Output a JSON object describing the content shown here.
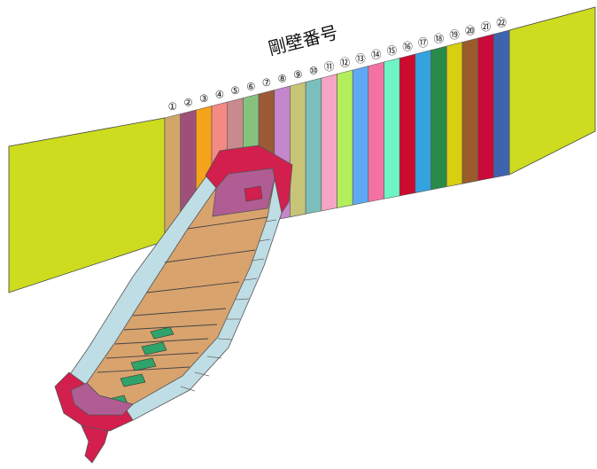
{
  "title": "剛壁番号",
  "walls": [
    {
      "label": "①",
      "color": "#D2A56B"
    },
    {
      "label": "②",
      "color": "#9E4F7A"
    },
    {
      "label": "③",
      "color": "#F7A21B"
    },
    {
      "label": "④",
      "color": "#F48A84"
    },
    {
      "label": "⑤",
      "color": "#C98A8E"
    },
    {
      "label": "⑥",
      "color": "#86C27E"
    },
    {
      "label": "⑦",
      "color": "#9B5A35"
    },
    {
      "label": "⑧",
      "color": "#C486CC"
    },
    {
      "label": "⑨",
      "color": "#C8C477"
    },
    {
      "label": "⑩",
      "color": "#7ABFBB"
    },
    {
      "label": "⑪",
      "color": "#F6A5C4"
    },
    {
      "label": "⑫",
      "color": "#B3EF5C"
    },
    {
      "label": "⑬",
      "color": "#5FA9F2"
    },
    {
      "label": "⑭",
      "color": "#F472A3"
    },
    {
      "label": "⑮",
      "color": "#6FF5C5"
    },
    {
      "label": "⑯",
      "color": "#CC0A2E"
    },
    {
      "label": "⑰",
      "color": "#35A2E0"
    },
    {
      "label": "⑱",
      "color": "#2A8A4A"
    },
    {
      "label": "⑲",
      "color": "#D7CF10"
    },
    {
      "label": "⑳",
      "color": "#9C5B2A"
    },
    {
      "label": "㉑",
      "color": "#C90A3A"
    },
    {
      "label": "㉒",
      "color": "#3E64B0"
    }
  ],
  "colors": {
    "side_wall": "#CDDC1E",
    "ship_deck": "#D9A36E",
    "ship_inner": "#BFDDE4",
    "ship_red": "#D21F4D",
    "ship_purple": "#B05D93",
    "hatch_green": "#2FA36A"
  }
}
